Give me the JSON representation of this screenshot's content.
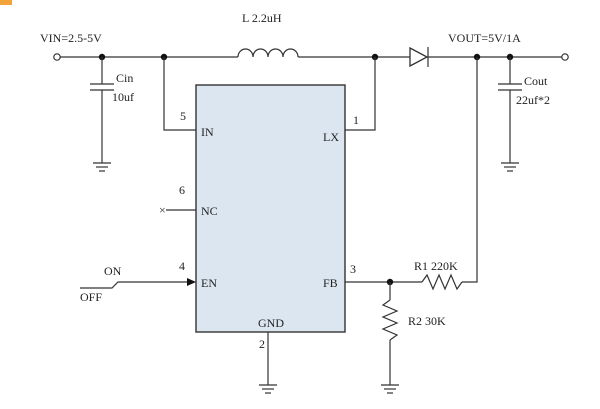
{
  "labels": {
    "vin": "VIN=2.5-5V",
    "inductor": "L 2.2uH",
    "vout": "VOUT=5V/1A",
    "cin_name": "Cin",
    "cin_value": "10uf",
    "cout_name": "Cout",
    "cout_value": "22uf*2",
    "r1": "R1 220K",
    "r2": "R2 30K",
    "on": "ON",
    "off": "OFF"
  },
  "ic": {
    "pins": [
      {
        "num": "5",
        "name": "IN"
      },
      {
        "num": "1",
        "name": "LX"
      },
      {
        "num": "6",
        "name": "NC"
      },
      {
        "num": "4",
        "name": "EN"
      },
      {
        "num": "3",
        "name": "FB"
      },
      {
        "num": "2",
        "name": "GND"
      }
    ]
  },
  "colors": {
    "chip_fill": "#dce6f1",
    "wire": "#333333",
    "accent_mark": "#f2a33a"
  }
}
